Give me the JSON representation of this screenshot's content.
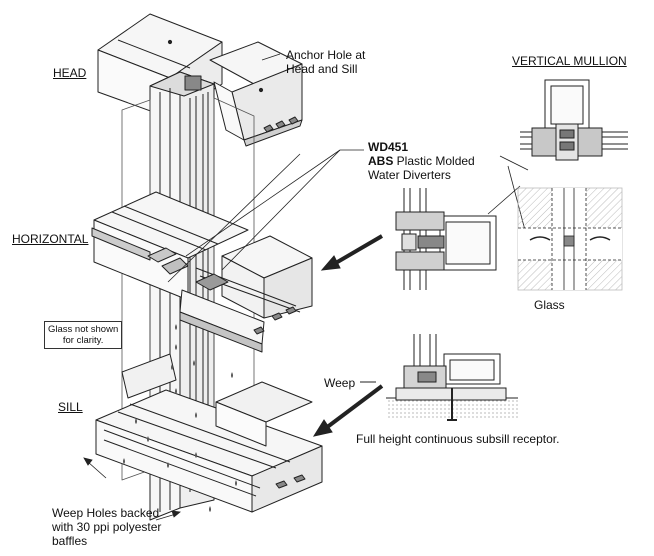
{
  "labels": {
    "head": "HEAD",
    "horizontal": "HORIZONTAL",
    "sill": "SILL",
    "vertical_mullion": "VERTICAL MULLION",
    "anchor_line1": "Anchor Hole at",
    "anchor_line2": "Head and Sill",
    "part_code": "WD451",
    "part_abs": "ABS",
    "part_line2_rest": " Plastic Molded",
    "part_line3": "Water Diverters",
    "glass_note_line1": "Glass not shown",
    "glass_note_line2": "for clarity.",
    "glass": "Glass",
    "weep": "Weep",
    "subsill": "Full height continuous subsill receptor.",
    "weep_holes_line1": "Weep Holes backed",
    "weep_holes_line2": "with 30 ppi polyester",
    "weep_holes_line3": "baffles"
  },
  "colors": {
    "line": "#222222",
    "fill_light": "#f4f4f4",
    "fill_mid": "#d6d6d6",
    "fill_dark": "#8a8a8a",
    "hatch": "#bdbdbd"
  }
}
